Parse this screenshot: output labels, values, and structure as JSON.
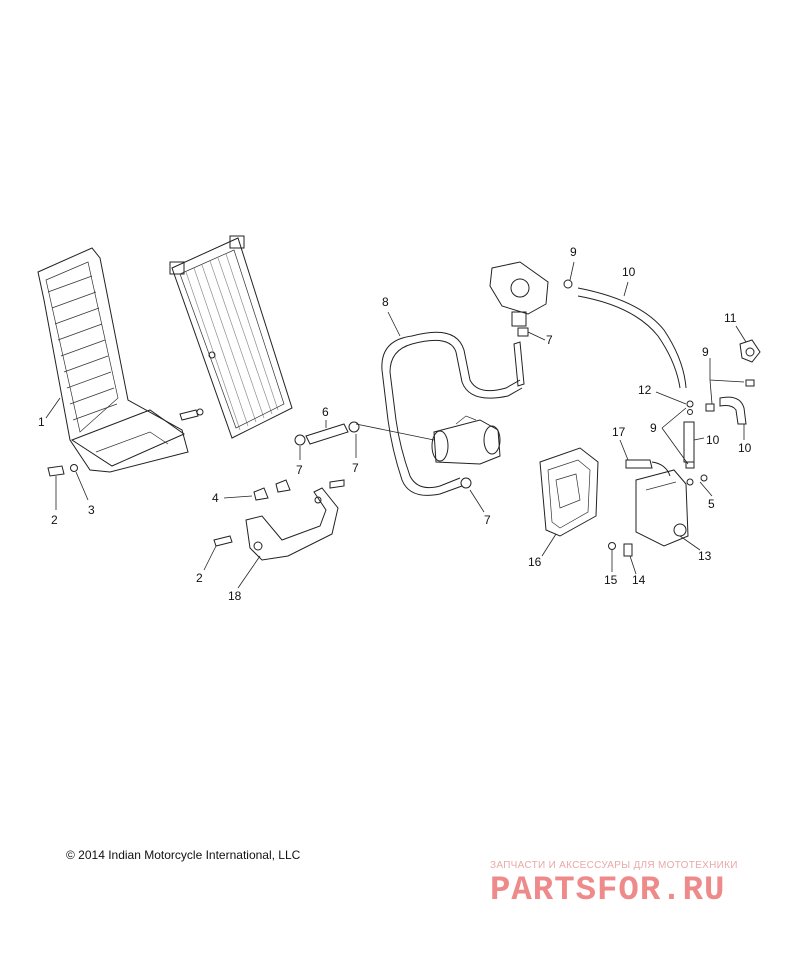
{
  "copyright": "© 2014 Indian Motorcycle International, LLC",
  "watermark": {
    "tagline": "ЗАПЧАСТИ И АКСЕССУАРЫ ДЛЯ МОТОТЕХНИКИ",
    "logo_text": "PARTSFOR.RU",
    "color": "#ee8a8a"
  },
  "callouts": [
    "1",
    "2",
    "3",
    "6",
    "7",
    "7",
    "8",
    "9",
    "10",
    "11",
    "9",
    "12",
    "9",
    "10",
    "10",
    "17",
    "5",
    "4",
    "2",
    "18",
    "7",
    "16",
    "13",
    "15",
    "14",
    "7"
  ]
}
